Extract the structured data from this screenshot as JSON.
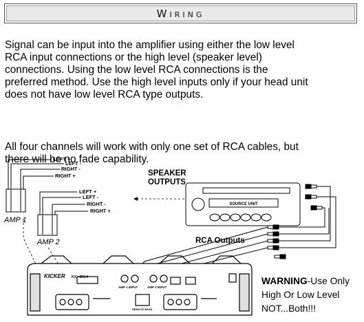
{
  "title": "Wiring",
  "paragraphs": [
    "  Signal can be input into the amplifier using either the low level\nRCA input connections or the high level (speaker level)\nconnections. Using the low level RCA connections is the\npreferred method. Use the high level inputs only if your head unit\ndoes not have low level RCA type outputs.",
    "  All four channels will work with only one set of RCA cables, but\nthere will be no fade capability."
  ],
  "diagram": {
    "amp1_wires": [
      "LEFT +",
      "LEFT -",
      "RIGHT -",
      "RIGHT +"
    ],
    "amp2_wires": [
      "LEFT +",
      "LEFT -",
      "RIGHT -",
      "RIGHT +"
    ],
    "amp1_label": "AMP 1",
    "amp2_label": "AMP 2",
    "speaker_outputs": "SPEAKER\nOUTPUTS",
    "source_unit": "SOURCE  UNIT",
    "rca_outputs": "RCA Outputs",
    "amp_brand": "KICKER",
    "amp_model": "KX - 850.4",
    "amp1_input": "AMP 1 INPUT",
    "amp2_input": "AMP 2 INPUT",
    "remote_bass": "REMOTE BASS"
  },
  "warning": {
    "bold": "WARNING",
    "rest": "-Use Only",
    "line2": "High Or Low Level",
    "line3": "NOT...Both!!!"
  }
}
